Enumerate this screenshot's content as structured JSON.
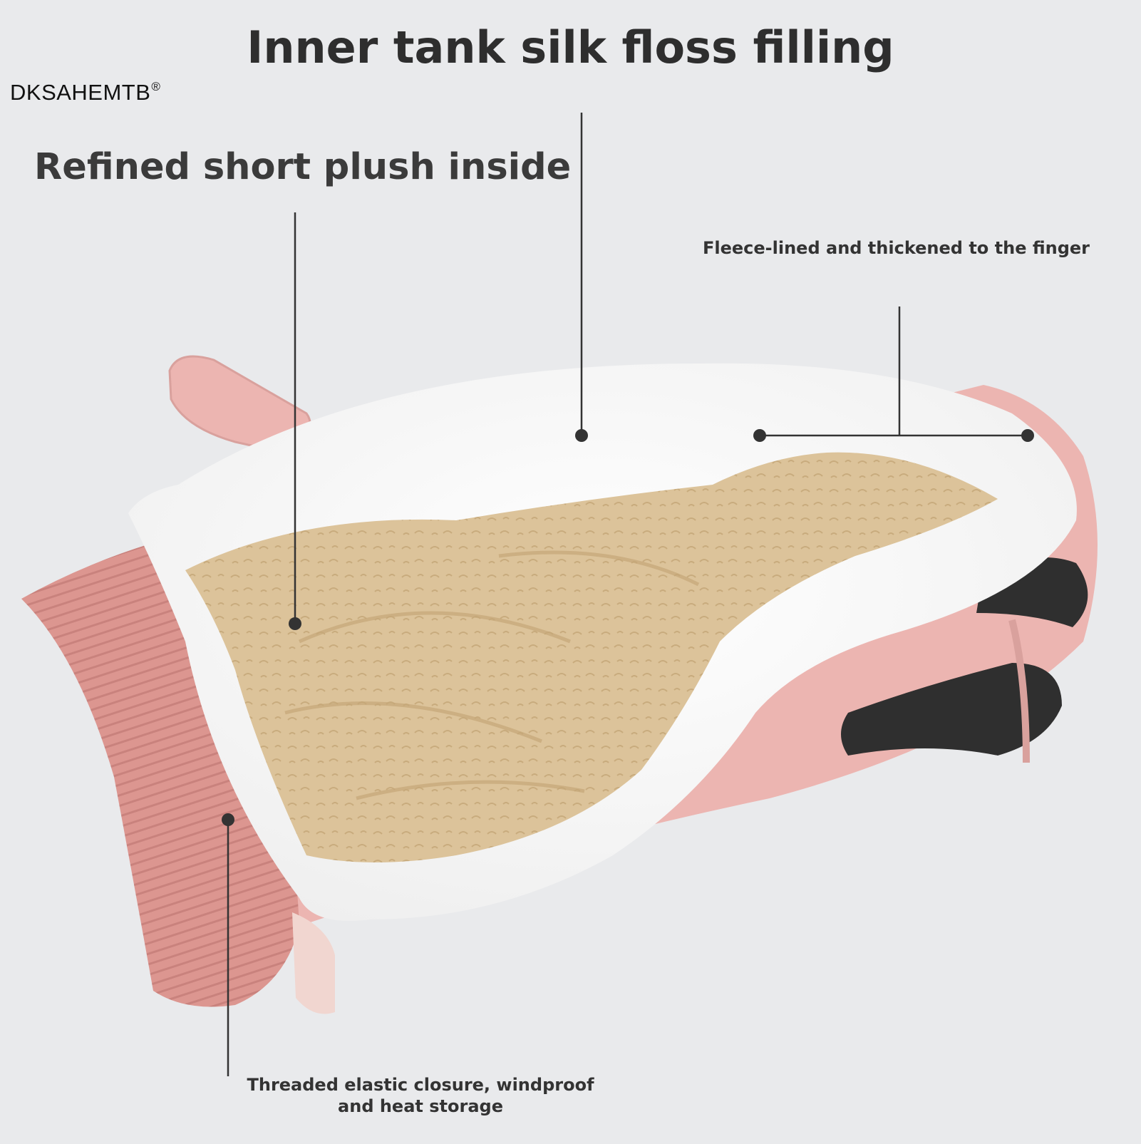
{
  "brand": {
    "name": "DKSAHEMTB",
    "mark": "®"
  },
  "headline": "Inner tank silk floss filling",
  "subheadline": "Refined short plush inside",
  "callouts": {
    "fleece": "Fleece-lined and thickened to the finger",
    "closure_line1": "Threaded elastic closure, windproof",
    "closure_line2": "and heat storage"
  },
  "colors": {
    "background": "#e9eaec",
    "glove_pink": "#ecb5b1",
    "cuff_knit": "#dc9690",
    "plush_beige": "#dcc39a",
    "silk_floss": "#f7f7f7",
    "finger_strip": "#2f2f2f",
    "text": "#333333",
    "leader_line": "#333333"
  }
}
